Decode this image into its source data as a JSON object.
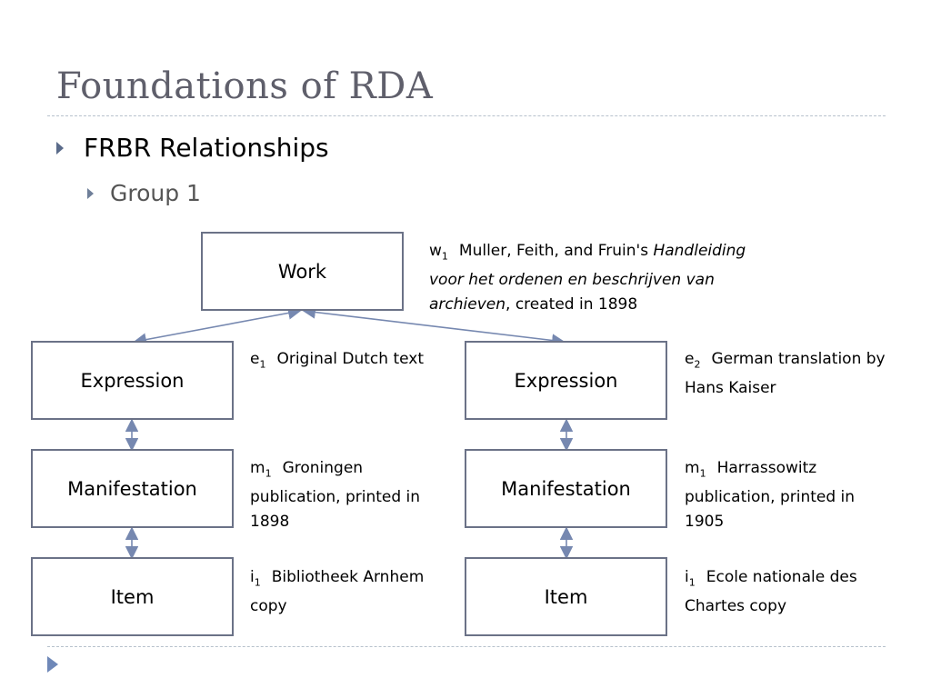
{
  "slide": {
    "title": "Foundations of RDA",
    "bullet_level1": "FRBR Relationships",
    "bullet_level2": "Group 1"
  },
  "diagram": {
    "boxes": {
      "work": "Work",
      "expression_left": "Expression",
      "expression_right": "Expression",
      "manifestation_left": "Manifestation",
      "manifestation_right": "Manifestation",
      "item_left": "Item",
      "item_right": "Item"
    },
    "descriptions": {
      "work": {
        "symbol": "w",
        "subscript": "1",
        "text_before": "Muller, Feith, and Fruin's ",
        "text_italic": "Handleiding voor het ordenen en beschrijven van archieven",
        "text_after": ", created in 1898"
      },
      "expression_left": {
        "symbol": "e",
        "subscript": "1",
        "text": "Original Dutch text"
      },
      "expression_right": {
        "symbol": "e",
        "subscript": "2",
        "text": "German translation by Hans Kaiser"
      },
      "manifestation_left": {
        "symbol": "m",
        "subscript": "1",
        "text": "Groningen publication, printed in 1898"
      },
      "manifestation_right": {
        "symbol": "m",
        "subscript": "1",
        "text": "Harrassowitz publication, printed in 1905"
      },
      "item_left": {
        "symbol": "i",
        "subscript": "1",
        "text": "Bibliotheek Arnhem copy"
      },
      "item_right": {
        "symbol": "i",
        "subscript": "1",
        "text": "Ecole nationale des Chartes copy"
      }
    },
    "colors": {
      "box_border": "#6b7287",
      "connector": "#7688b0",
      "title": "#5f5f6b",
      "bullet_arrow": "#5a6b8a",
      "rule": "#b7c1cc"
    }
  },
  "icons": {
    "bullet": "triangle-right-icon",
    "footer": "triangle-right-icon"
  }
}
